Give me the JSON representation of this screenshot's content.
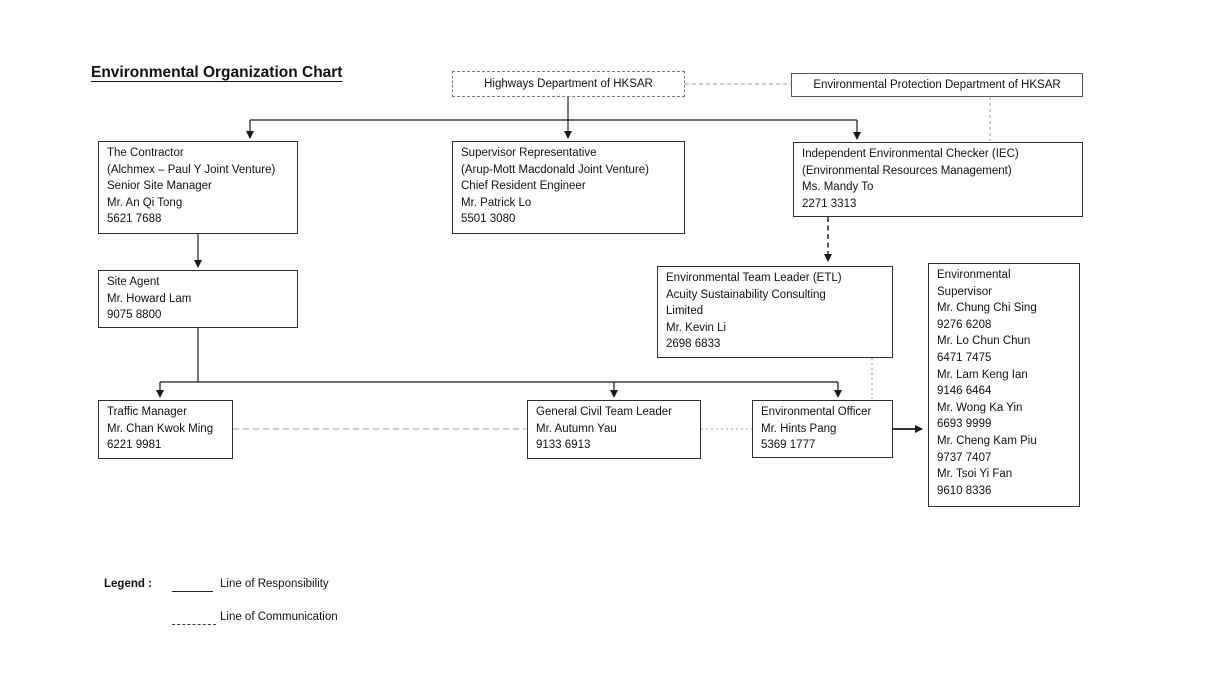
{
  "title": "Environmental Organization Chart",
  "boxes": {
    "highways": {
      "lines": [
        "Highways Department of HKSAR"
      ]
    },
    "epd": {
      "lines": [
        "Environmental Protection Department of HKSAR"
      ]
    },
    "contractor": {
      "lines": [
        "The Contractor",
        "(Alchmex – Paul Y Joint Venture)",
        "Senior Site Manager",
        "Mr. An Qi Tong",
        "5621 7688"
      ]
    },
    "supervisor_rep": {
      "lines": [
        "Supervisor Representative",
        "(Arup-Mott Macdonald Joint Venture)",
        "Chief Resident Engineer",
        "Mr. Patrick Lo",
        "5501 3080"
      ]
    },
    "iec": {
      "lines": [
        "Independent Environmental Checker (IEC)",
        "(Environmental Resources Management)",
        "Ms. Mandy To",
        "2271 3313"
      ]
    },
    "site_agent": {
      "lines": [
        "Site Agent",
        "Mr. Howard Lam",
        "9075 8800"
      ]
    },
    "etl": {
      "lines": [
        "Environmental Team Leader (ETL)",
        "Acuity Sustainability Consulting",
        "Limited",
        "Mr. Kevin Li",
        "2698 6833"
      ]
    },
    "env_supervisor": {
      "lines": [
        "Environmental",
        "Supervisor",
        "Mr. Chung Chi Sing",
        "9276 6208",
        "Mr. Lo Chun Chun",
        "6471 7475",
        "Mr. Lam Keng Ian",
        "9146 6464",
        "Mr. Wong Ka Yin",
        "6693 9999",
        "Mr. Cheng Kam Piu",
        "9737 7407",
        "Mr. Tsoi Yi Fan",
        "9610 8336"
      ]
    },
    "traffic_manager": {
      "lines": [
        "Traffic Manager",
        "Mr. Chan Kwok Ming",
        "6221 9981"
      ]
    },
    "general_civil": {
      "lines": [
        "General Civil Team Leader",
        "Mr. Autumn Yau",
        "9133 6913"
      ]
    },
    "env_officer": {
      "lines": [
        "Environmental Officer",
        "Mr. Hints Pang",
        "5369 1777"
      ]
    }
  },
  "legend": {
    "label": "Legend :",
    "responsibility": "Line of Responsibility",
    "communication": "Line of Communication"
  },
  "colors": {
    "responsibility_line": "#1a1a1a",
    "communication_line": "#9a9a9a",
    "box_border": "#2e2e2e",
    "background": "#ffffff"
  }
}
